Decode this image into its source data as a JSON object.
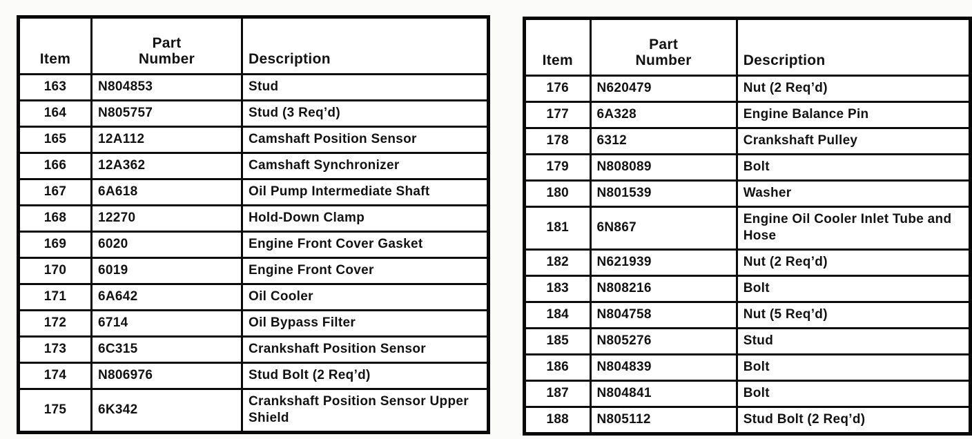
{
  "page": {
    "background": "#fbfbfa",
    "table_background": "#ffffff",
    "border_color": "#101010",
    "text_color": "#161616"
  },
  "tables": [
    {
      "id": "left",
      "headers": {
        "item": "Item",
        "part_line1": "Part",
        "part_line2": "Number",
        "description": "Description"
      },
      "rows": [
        {
          "item": "163",
          "part_number": "N804853",
          "description": "Stud"
        },
        {
          "item": "164",
          "part_number": "N805757",
          "description": "Stud (3 Req’d)"
        },
        {
          "item": "165",
          "part_number": "12A112",
          "description": "Camshaft Position Sensor"
        },
        {
          "item": "166",
          "part_number": "12A362",
          "description": "Camshaft Synchronizer"
        },
        {
          "item": "167",
          "part_number": "6A618",
          "description": "Oil Pump Intermediate Shaft"
        },
        {
          "item": "168",
          "part_number": "12270",
          "description": "Hold-Down Clamp"
        },
        {
          "item": "169",
          "part_number": "6020",
          "description": "Engine Front Cover Gasket"
        },
        {
          "item": "170",
          "part_number": "6019",
          "description": "Engine Front Cover"
        },
        {
          "item": "171",
          "part_number": "6A642",
          "description": "Oil Cooler"
        },
        {
          "item": "172",
          "part_number": "6714",
          "description": "Oil Bypass Filter"
        },
        {
          "item": "173",
          "part_number": "6C315",
          "description": "Crankshaft Position Sensor"
        },
        {
          "item": "174",
          "part_number": "N806976",
          "description": "Stud Bolt (2 Req’d)"
        },
        {
          "item": "175",
          "part_number": "6K342",
          "description": "Crankshaft Position Sensor Upper Shield"
        }
      ]
    },
    {
      "id": "right",
      "headers": {
        "item": "Item",
        "part_line1": "Part",
        "part_line2": "Number",
        "description": "Description"
      },
      "rows": [
        {
          "item": "176",
          "part_number": "N620479",
          "description": "Nut (2 Req’d)"
        },
        {
          "item": "177",
          "part_number": "6A328",
          "description": "Engine Balance Pin"
        },
        {
          "item": "178",
          "part_number": "6312",
          "description": "Crankshaft Pulley"
        },
        {
          "item": "179",
          "part_number": "N808089",
          "description": "Bolt"
        },
        {
          "item": "180",
          "part_number": "N801539",
          "description": "Washer"
        },
        {
          "item": "181",
          "part_number": "6N867",
          "description": "Engine Oil Cooler Inlet Tube and Hose"
        },
        {
          "item": "182",
          "part_number": "N621939",
          "description": "Nut (2 Req’d)"
        },
        {
          "item": "183",
          "part_number": "N808216",
          "description": "Bolt"
        },
        {
          "item": "184",
          "part_number": "N804758",
          "description": "Nut (5 Req’d)"
        },
        {
          "item": "185",
          "part_number": "N805276",
          "description": "Stud"
        },
        {
          "item": "186",
          "part_number": "N804839",
          "description": "Bolt"
        },
        {
          "item": "187",
          "part_number": "N804841",
          "description": "Bolt"
        },
        {
          "item": "188",
          "part_number": "N805112",
          "description": "Stud Bolt (2 Req’d)"
        }
      ]
    }
  ]
}
